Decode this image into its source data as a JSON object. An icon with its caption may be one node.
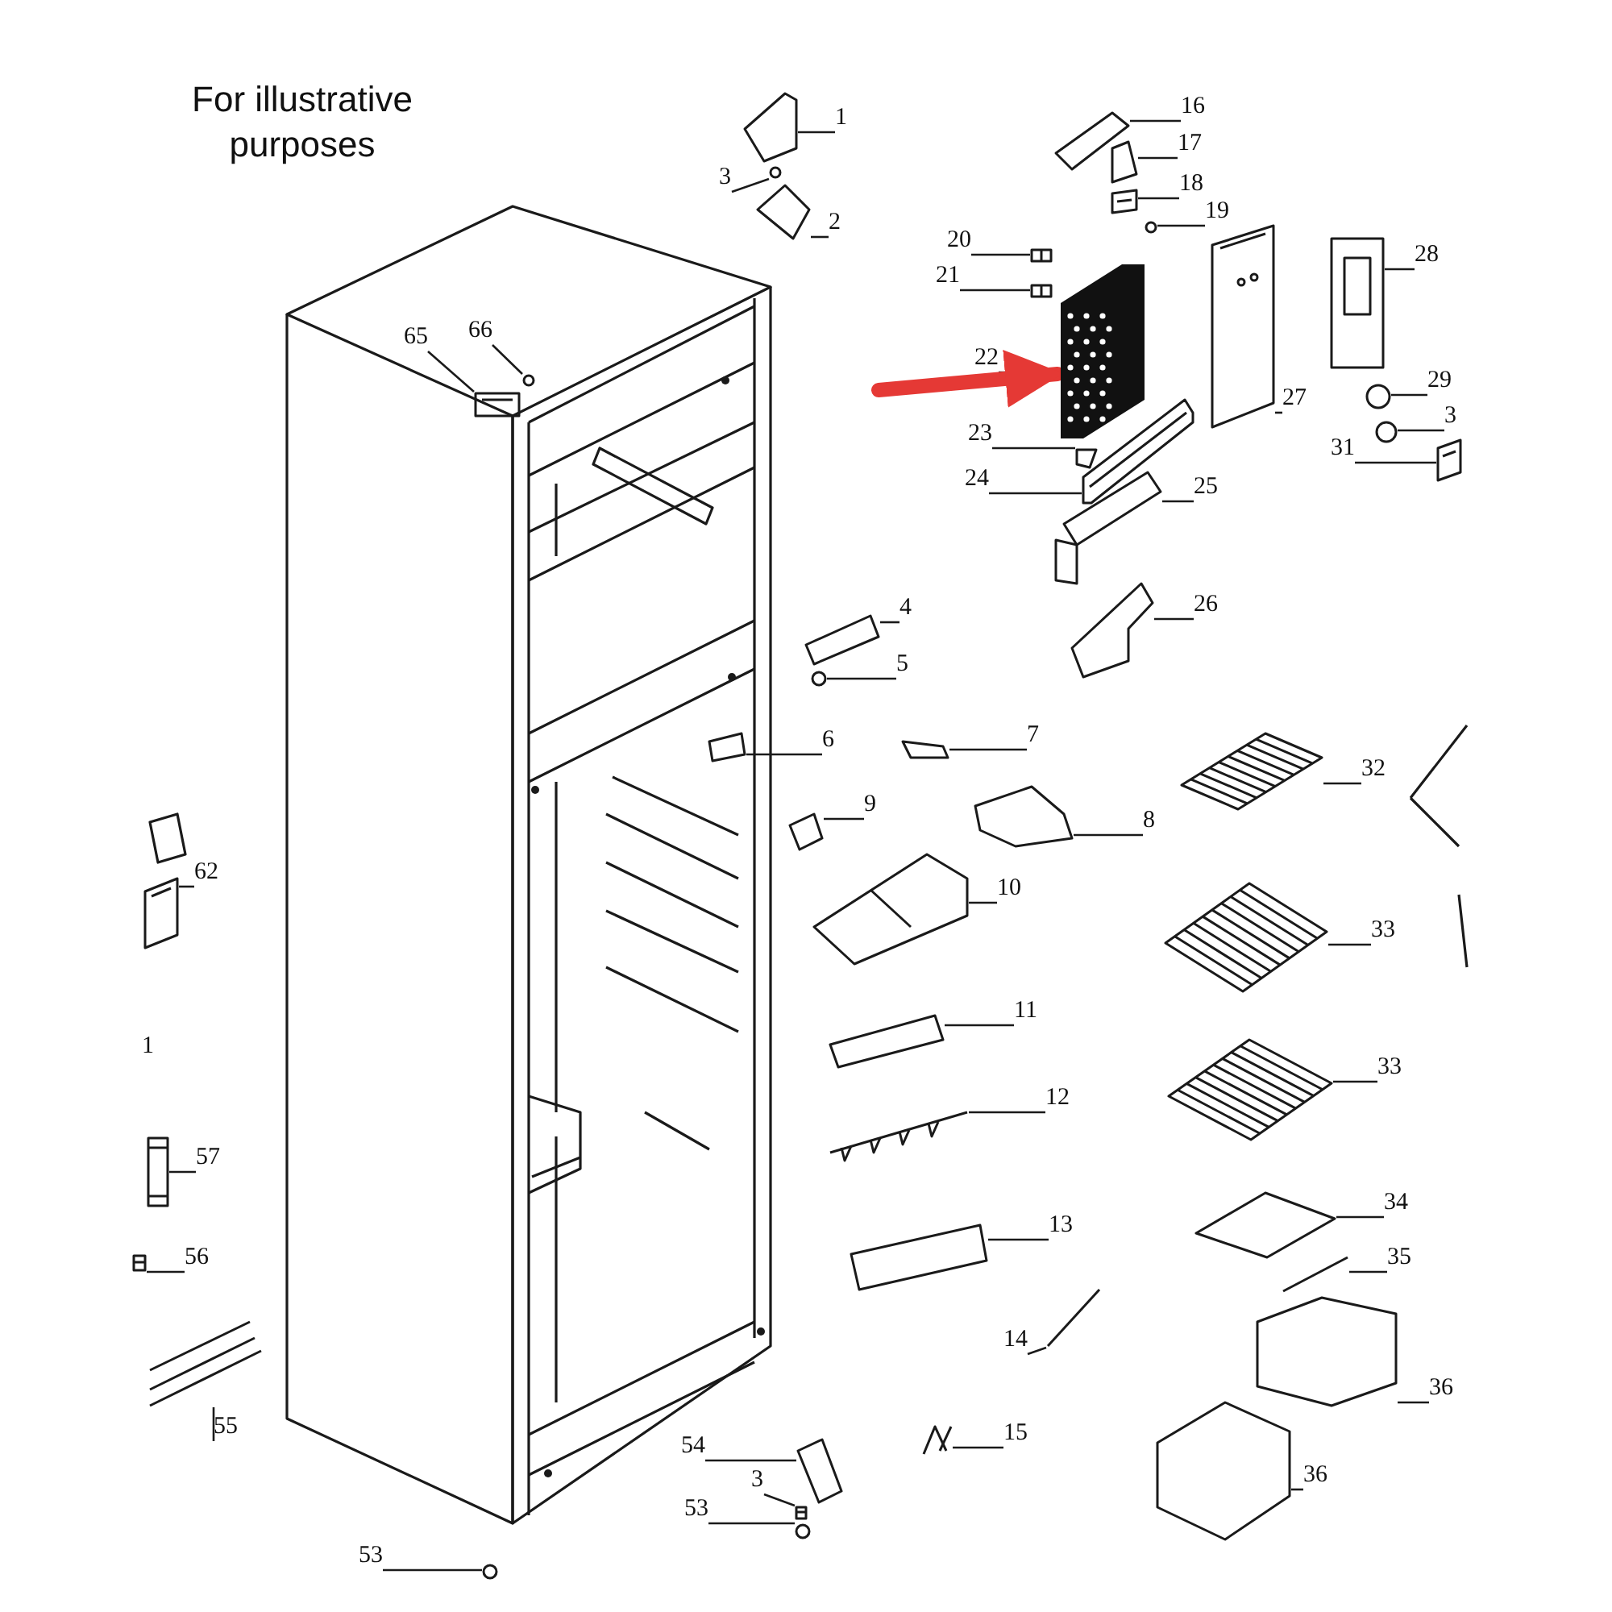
{
  "diagram": {
    "nodes": [
      {
        "text": [
          "1"
        ]
      },
      {
        "text": [
          "3"
        ]
      },
      {
        "text": [
          "2"
        ]
      },
      {
        "text": [
          "16"
        ]
      },
      {
        "text": [
          "17"
        ]
      },
      {
        "text": [
          "18"
        ]
      },
      {
        "text": [
          "19"
        ]
      },
      {
        "text": [
          "20"
        ]
      },
      {
        "text": [
          "21"
        ]
      },
      {
        "text": [
          "22"
        ]
      },
      {
        "text": [],
        "shape": "picture"
      },
      {
        "text": [
          "23"
        ]
      },
      {
        "text": [
          "24"
        ]
      },
      {
        "text": [
          "25"
        ]
      },
      {
        "text": [
          "26"
        ]
      },
      {
        "text": [
          "27"
        ]
      },
      {
        "text": [
          "28"
        ]
      },
      {
        "text": [
          "29"
        ]
      },
      {
        "text": [
          "3"
        ]
      },
      {
        "text": [
          "31"
        ]
      },
      {
        "text": [
          "4"
        ]
      },
      {
        "text": [
          "5"
        ]
      },
      {
        "text": [
          "6"
        ]
      },
      {
        "text": [
          "7"
        ]
      },
      {
        "text": [
          "32"
        ]
      },
      {
        "text": [
          "9"
        ]
      },
      {
        "text": [
          "8"
        ]
      },
      {
        "text": [
          "10"
        ]
      },
      {
        "text": [
          "33"
        ]
      },
      {
        "text": [
          "11"
        ]
      },
      {
        "text": [
          "33"
        ]
      },
      {
        "text": [
          "12"
        ]
      },
      {
        "text": [
          "34"
        ]
      },
      {
        "text": [
          "13"
        ]
      },
      {
        "text": [
          "35"
        ]
      },
      {
        "text": [
          "14"
        ]
      },
      {
        "text": [
          "36"
        ]
      },
      {
        "text": [
          "15"
        ]
      },
      {
        "text": [
          "54"
        ]
      },
      {
        "text": [
          "3"
        ]
      },
      {
        "text": [
          "36"
        ]
      },
      {
        "text": [
          "53"
        ]
      },
      {
        "text": [
          "53"
        ]
      },
      {
        "text": [
          "65"
        ]
      },
      {
        "text": [
          "66"
        ]
      },
      {
        "text": [
          "62"
        ]
      },
      {
        "text": [
          "57"
        ]
      },
      {
        "text": [
          "56"
        ]
      },
      {
        "text": [
          "55"
        ]
      },
      {
        "text": [],
        "shape": "picture"
      },
      {
        "text": [],
        "shape": "picture"
      },
      {
        "text": [],
        "shape": "picture"
      },
      {
        "text": [],
        "shape": "picture"
      },
      {
        "text": [],
        "shape": "picture"
      },
      {
        "text": [],
        "shape": "picture"
      },
      {
        "text": [],
        "shape": "picture"
      },
      {
        "text": [],
        "shape": "picture"
      },
      {
        "text": [],
        "shape": "picture"
      },
      {
        "text": [],
        "shape": "picture"
      },
      {
        "text": [],
        "shape": "picture"
      },
      {
        "text": [],
        "shape": "picture"
      },
      {
        "text": [],
        "shape": "picture"
      },
      {
        "text": [],
        "shape": "picture"
      },
      {
        "text": [],
        "shape": "picture"
      },
      {
        "text": [],
        "shape": "picture"
      },
      {
        "text": [],
        "shape": "picture"
      },
      {
        "text": [],
        "shape": "picture"
      },
      {
        "text": [],
        "shape": "picture"
      },
      {
        "text": [],
        "shape": "picture"
      },
      {
        "text": [],
        "shape": "picture"
      },
      {
        "text": [],
        "shape": "picture"
      },
      {
        "text": [],
        "shape": "picture"
      },
      {
        "text": [],
        "shape": "picture"
      },
      {
        "text": [],
        "shape": "picture"
      },
      {
        "text": [],
        "shape": "picture"
      },
      {
        "text": [],
        "shape": "picture"
      },
      {
        "text": [],
        "shape": "picture"
      },
      {
        "text": [],
        "shape": "picture"
      },
      {
        "text": [],
        "shape": "picture"
      },
      {
        "text": [],
        "shape": "picture"
      },
      {
        "text": [],
        "shape": "picture"
      },
      {
        "text": [],
        "shape": "picture"
      },
      {
        "text": [],
        "shape": "picture"
      },
      {
        "text": [],
        "shape": "picture"
      },
      {
        "text": [],
        "shape": "picture"
      },
      {
        "text": [],
        "shape": "picture"
      },
      {
        "text": [],
        "shape": "picture"
      },
      {
        "text": [],
        "shape": "picture"
      },
      {
        "text": [],
        "shape": "picture"
      },
      {
        "text": [],
        "shape": "picture"
      },
      {
        "text": [],
        "shape": "picture"
      },
      {
        "text": [],
        "shape": "picture"
      },
      {
        "text": [],
        "shape": "picture"
      },
      {
        "text": [],
        "shape": "picture"
      },
      {
        "text": [],
        "shape": "picture"
      },
      {
        "text": [],
        "shape": "picture"
      }
    ],
    "edges": [
      {
        "from": 0,
        "to": 49,
        "arrow": "none"
      },
      {
        "from": 1,
        "to": 50,
        "arrow": "none"
      },
      {
        "from": 2,
        "to": 51,
        "arrow": "none"
      },
      {
        "from": 3,
        "to": 52,
        "arrow": "none"
      },
      {
        "from": 4,
        "to": 53,
        "arrow": "none"
      },
      {
        "from": 5,
        "to": 54,
        "arrow": "none"
      },
      {
        "from": 6,
        "to": 55,
        "arrow": "none"
      },
      {
        "from": 7,
        "to": 56,
        "arrow": "none"
      },
      {
        "from": 8,
        "to": 57,
        "arrow": "none"
      },
      {
        "from": 9,
        "to": 10,
        "arrow": "none"
      },
      {
        "from": null,
        "to": 10,
        "arrow": "to",
        "style": "thick",
        "color": "#e53935"
      },
      {
        "from": 11,
        "to": 58,
        "arrow": "none"
      },
      {
        "from": 12,
        "to": 59,
        "arrow": "none"
      },
      {
        "from": 13,
        "to": 60,
        "arrow": "none"
      },
      {
        "from": 14,
        "to": 61,
        "arrow": "none"
      },
      {
        "from": 15,
        "to": 62,
        "arrow": "none"
      },
      {
        "from": 16,
        "to": 63,
        "arrow": "none"
      },
      {
        "from": 17,
        "to": 64,
        "arrow": "none"
      },
      {
        "from": 18,
        "to": 65,
        "arrow": "none"
      },
      {
        "from": 19,
        "to": 66,
        "arrow": "none"
      },
      {
        "from": 20,
        "to": 67,
        "arrow": "none"
      },
      {
        "from": 21,
        "to": 68,
        "arrow": "none"
      },
      {
        "from": 22,
        "to": 69,
        "arrow": "none"
      },
      {
        "from": 23,
        "to": 70,
        "arrow": "none"
      },
      {
        "from": 24,
        "to": 71,
        "arrow": "none"
      },
      {
        "from": 25,
        "to": 72,
        "arrow": "none"
      },
      {
        "from": 26,
        "to": 73,
        "arrow": "none"
      },
      {
        "from": 27,
        "to": 74,
        "arrow": "none"
      },
      {
        "from": 28,
        "to": 75,
        "arrow": "none"
      },
      {
        "from": 29,
        "to": 76,
        "arrow": "none"
      },
      {
        "from": 30,
        "to": 77,
        "arrow": "none"
      },
      {
        "from": 31,
        "to": 78,
        "arrow": "none"
      },
      {
        "from": 32,
        "to": 79,
        "arrow": "none"
      },
      {
        "from": 33,
        "to": 80,
        "arrow": "none"
      },
      {
        "from": 34,
        "to": 81,
        "arrow": "none"
      },
      {
        "from": 35,
        "to": 82,
        "arrow": "none"
      },
      {
        "from": 36,
        "to": 83,
        "arrow": "none"
      },
      {
        "from": 37,
        "to": 84,
        "arrow": "none"
      },
      {
        "from": 38,
        "to": 85,
        "arrow": "none"
      },
      {
        "from": 39,
        "to": 86,
        "arrow": "none"
      },
      {
        "from": 40,
        "to": 87,
        "arrow": "none"
      },
      {
        "from": 41,
        "to": 88,
        "arrow": "none"
      },
      {
        "from": 42,
        "to": 89,
        "arrow": "none"
      },
      {
        "from": 43,
        "to": 90,
        "arrow": "none"
      },
      {
        "from": 44,
        "to": 91,
        "arrow": "none"
      },
      {
        "from": 45,
        "to": 92,
        "arrow": "none"
      },
      {
        "from": 46,
        "to": 93,
        "arrow": "none"
      },
      {
        "from": 47,
        "to": 94,
        "arrow": "none"
      },
      {
        "from": 48,
        "to": 95,
        "arrow": "none"
      }
    ],
    "labels": [
      "For illustrative purposes",
      "1"
    ]
  }
}
